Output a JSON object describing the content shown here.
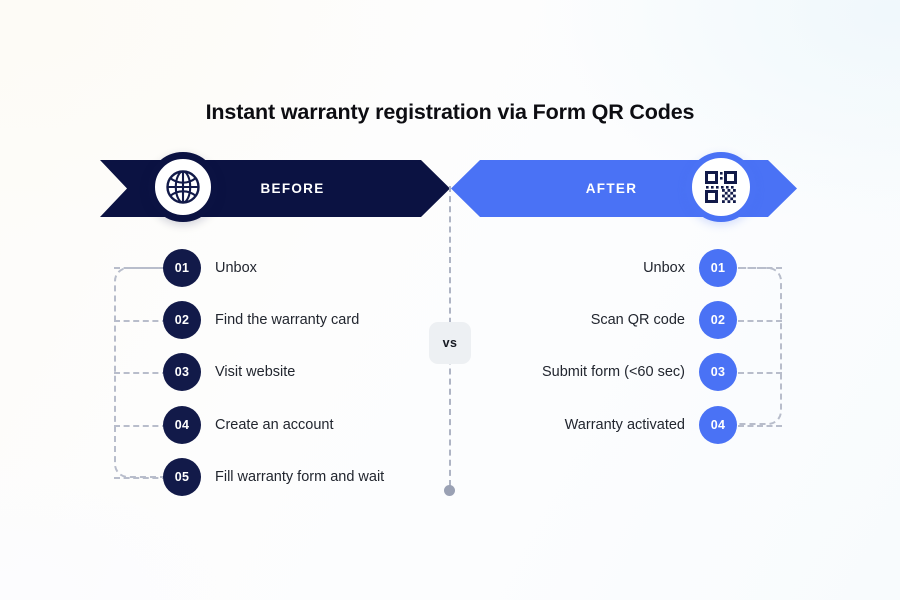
{
  "page": {
    "title": "Instant warranty registration via Form QR Codes",
    "divider_label": "vs"
  },
  "colors": {
    "navy": "#0b1242",
    "blue": "#4a72f5",
    "dashed": "#b8bdcb",
    "text": "#22262f",
    "badge_bg": "#edf0f3"
  },
  "banners": {
    "before": {
      "label": "BEFORE",
      "icon": "globe-icon",
      "color": "#0b1242"
    },
    "after": {
      "label": "AFTER",
      "icon": "qr-code-icon",
      "color": "#4a72f5"
    }
  },
  "before_steps": [
    {
      "number": "01",
      "label": "Unbox"
    },
    {
      "number": "02",
      "label": "Find the warranty card"
    },
    {
      "number": "03",
      "label": "Visit website"
    },
    {
      "number": "04",
      "label": "Create an account"
    },
    {
      "number": "05",
      "label": "Fill warranty form and wait"
    }
  ],
  "after_steps": [
    {
      "number": "01",
      "label": "Unbox"
    },
    {
      "number": "02",
      "label": "Scan QR code"
    },
    {
      "number": "03",
      "label": "Submit form (<60 sec)"
    },
    {
      "number": "04",
      "label": "Warranty activated"
    }
  ]
}
